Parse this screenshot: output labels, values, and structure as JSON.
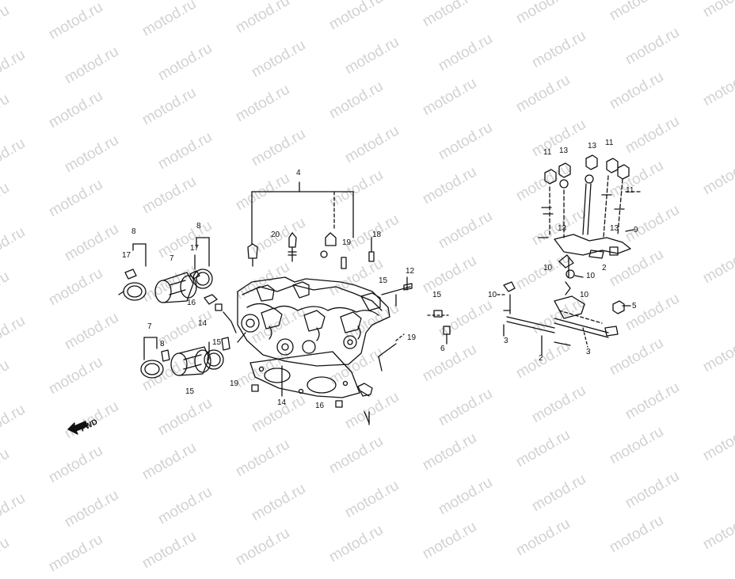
{
  "watermark": {
    "text": "motod.ru"
  },
  "fwd_label": "FWD",
  "callouts": {
    "left_assembly": [
      "4",
      "20",
      "19",
      "18",
      "8",
      "17",
      "7",
      "16",
      "14",
      "8",
      "17",
      "7",
      "8",
      "15",
      "15",
      "15",
      "12",
      "15",
      "19",
      "6",
      "19",
      "14",
      "16"
    ],
    "right_assembly": [
      "11",
      "13",
      "13",
      "11",
      "11",
      "13",
      "13",
      "9",
      "10",
      "10",
      "10",
      "5",
      "2",
      "10",
      "3",
      "2",
      "3"
    ]
  },
  "colors": {
    "line": "#111111",
    "watermark": "#d2d2d2",
    "background": "#ffffff"
  }
}
